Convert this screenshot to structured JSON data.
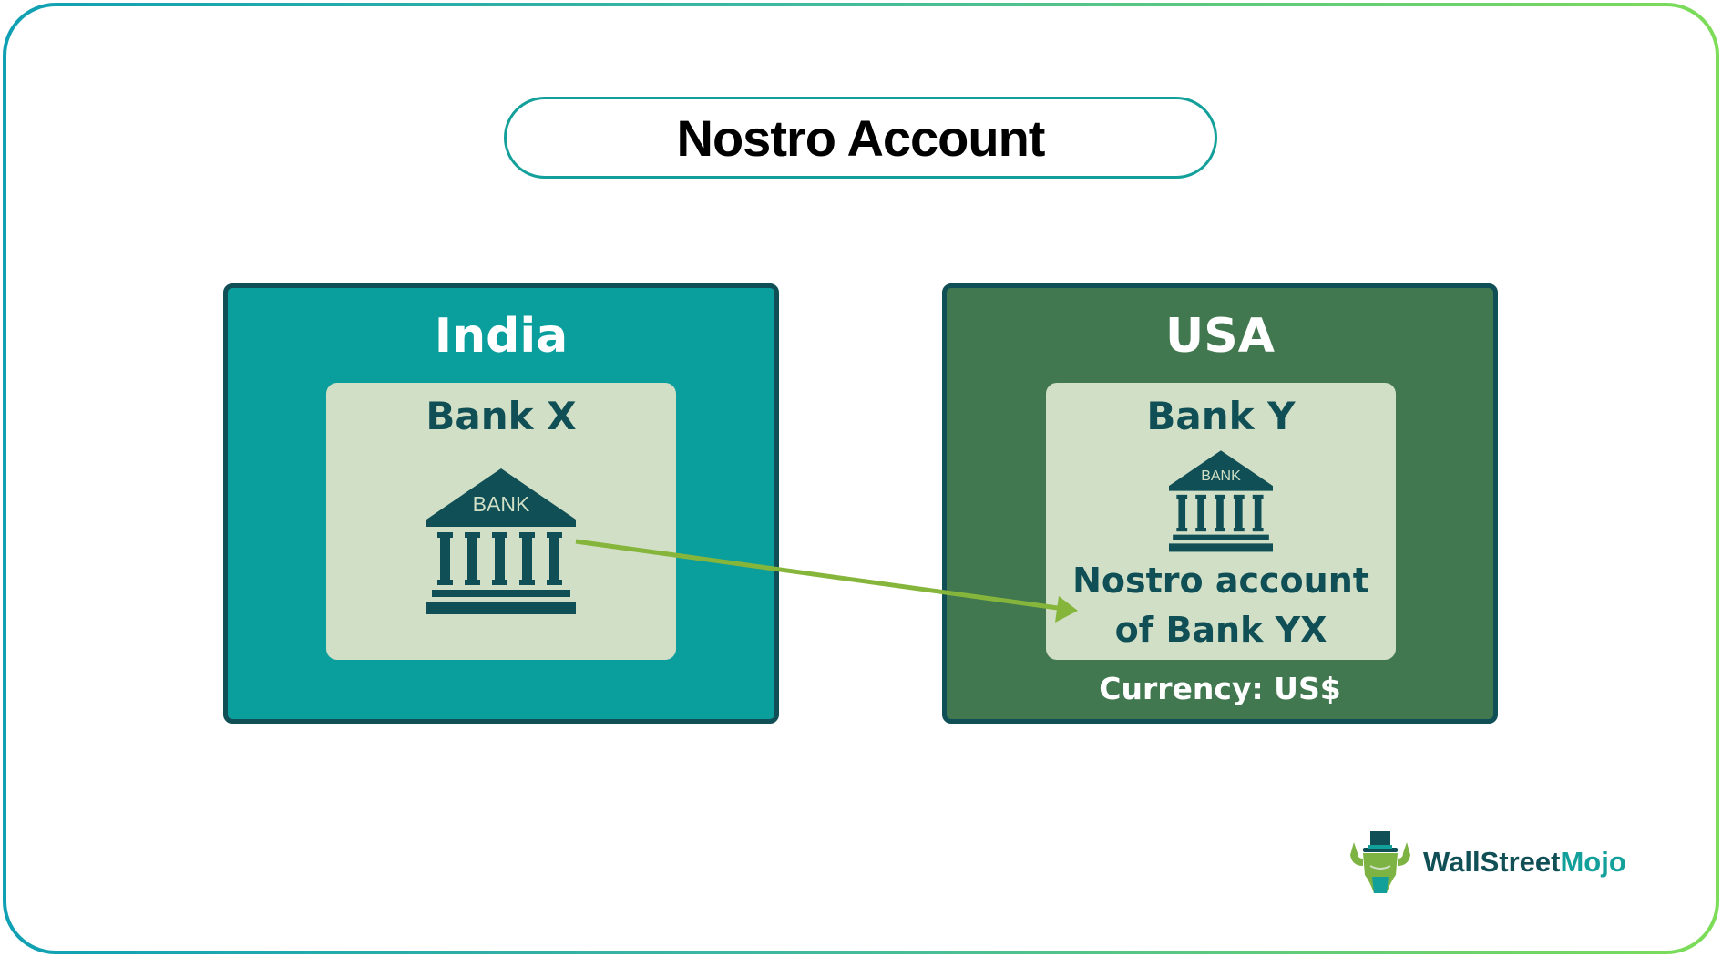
{
  "title": "Nostro Account",
  "colors": {
    "frame_gradient_start": "#0fa0b3",
    "frame_gradient_end": "#7ddc58",
    "india_box": "#0a9e9d",
    "usa_box": "#41784f",
    "box_border": "#0f4f55",
    "card_bg": "#d1dfc6",
    "dark_text": "#0f4f55",
    "arrow": "#86b53c"
  },
  "boxes": {
    "india": {
      "country": "India",
      "bank_name": "Bank X",
      "icon_label": "BANK"
    },
    "usa": {
      "country": "USA",
      "bank_name": "Bank Y",
      "icon_label": "BANK",
      "account_line1": "Nostro account",
      "account_line2": "of Bank YX",
      "currency": "Currency: US$"
    }
  },
  "arrow": {
    "from": "Bank X",
    "to": "Nostro account of Bank YX"
  },
  "logo": {
    "part1": "WallStreet",
    "part2": "Mojo"
  }
}
